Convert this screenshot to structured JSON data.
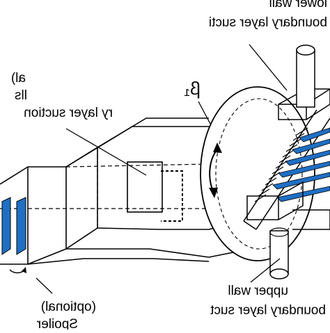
{
  "labels": {
    "lower_wall": "lower wall",
    "boundary_layer_suction_top": "boundary layer sucti",
    "left_fragment_1": "al)",
    "left_fragment_2": "lls",
    "left_fragment_3": "ry layer suction",
    "beta_symbol": "β₁",
    "upper_wall": "upper wall",
    "boundary_layer_suction_bottom": "boundary layer suct",
    "optional": "(optional)",
    "spoiler": "Spoiler"
  },
  "colors": {
    "line": "#000000",
    "blade_fill": "#1f6fc4",
    "background": "#ffffff"
  }
}
